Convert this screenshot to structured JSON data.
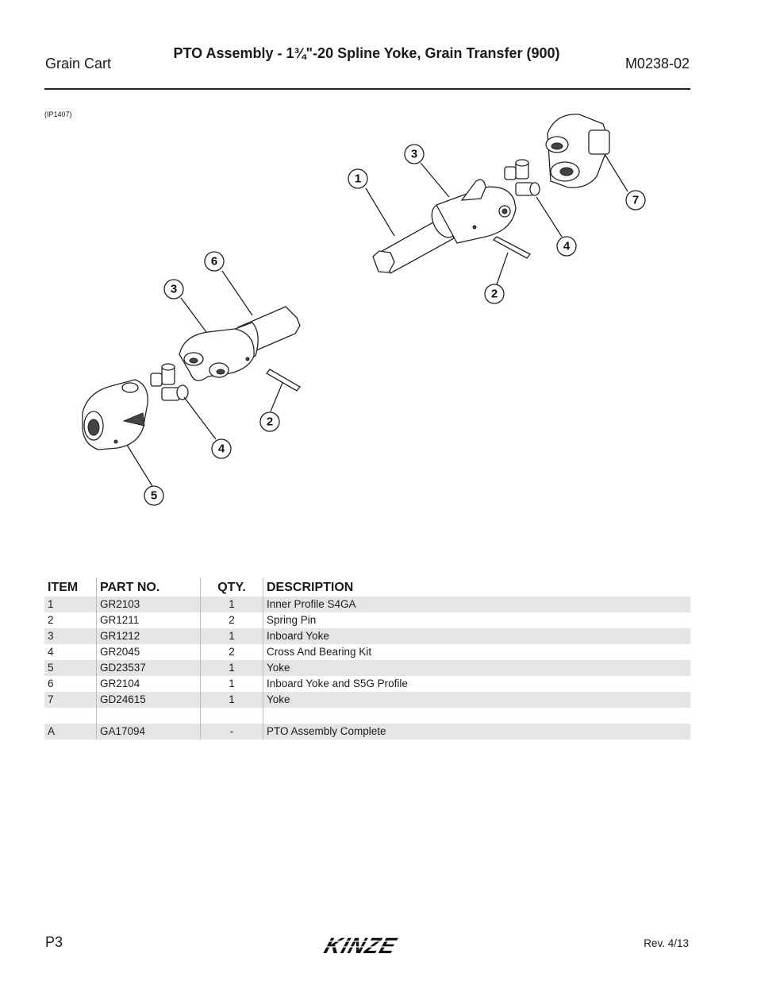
{
  "header": {
    "section": "Grain Cart",
    "title": "PTO Assembly - 1¾\"-20 Spline Yoke, Grain Transfer (900)",
    "doc_number": "M0238-02"
  },
  "figure": {
    "ref": "(IP1407)",
    "callouts": [
      "1",
      "2",
      "3",
      "4",
      "5",
      "6",
      "7",
      "3",
      "2",
      "4"
    ]
  },
  "table": {
    "headers": {
      "item": "ITEM",
      "part": "PART NO.",
      "qty": "QTY.",
      "desc": "DESCRIPTION"
    },
    "rows": [
      {
        "item": "1",
        "part": "GR2103",
        "qty": "1",
        "desc": "Inner Profile S4GA"
      },
      {
        "item": "2",
        "part": "GR1211",
        "qty": "2",
        "desc": "Spring Pin"
      },
      {
        "item": "3",
        "part": "GR1212",
        "qty": "1",
        "desc": "Inboard Yoke"
      },
      {
        "item": "4",
        "part": "GR2045",
        "qty": "2",
        "desc": "Cross And Bearing Kit"
      },
      {
        "item": "5",
        "part": "GD23537",
        "qty": "1",
        "desc": "Yoke"
      },
      {
        "item": "6",
        "part": "GR2104",
        "qty": "1",
        "desc": "Inboard Yoke and S5G Profile"
      },
      {
        "item": "7",
        "part": "GD24615",
        "qty": "1",
        "desc": "Yoke"
      }
    ],
    "assembly": {
      "item": "A",
      "part": "GA17094",
      "qty": "-",
      "desc": "PTO Assembly Complete"
    }
  },
  "footer": {
    "page": "P3",
    "brand": "KINZE",
    "revision": "Rev. 4/13"
  }
}
